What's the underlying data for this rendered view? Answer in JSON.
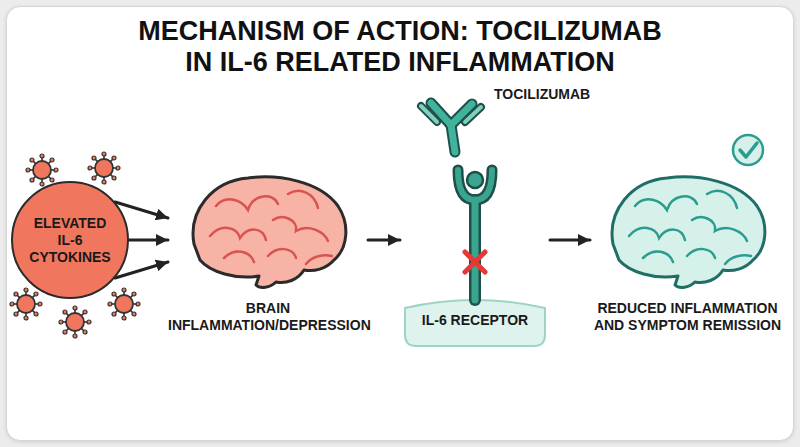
{
  "diagram": {
    "title": "MECHANISM OF ACTION: TOCILIZUMAB IN IL-6 RELATED INFLAMMATION",
    "nodes": [
      {
        "text": [
          "ELEVATED IL-6 CYTOKINES"
        ]
      },
      {
        "text": [
          "BRAIN INFLAMMATION/DEPRESSION"
        ]
      },
      {
        "text": [
          "IL-6 RECEPTOR"
        ]
      },
      {
        "text": [
          "REDUCED INFLAMMATION AND SYMPTOM REMISSION"
        ]
      }
    ],
    "edges": [
      {
        "from": 0,
        "to": 1,
        "arrow": "to"
      },
      {
        "from": 0,
        "to": 1,
        "arrow": "to"
      },
      {
        "from": 0,
        "to": 1,
        "arrow": "to"
      },
      {
        "from": 1,
        "to": 2,
        "arrow": "to"
      },
      {
        "from": 2,
        "to": 3,
        "arrow": "to"
      }
    ],
    "labels": [
      "TOCILIZUMAB"
    ]
  }
}
